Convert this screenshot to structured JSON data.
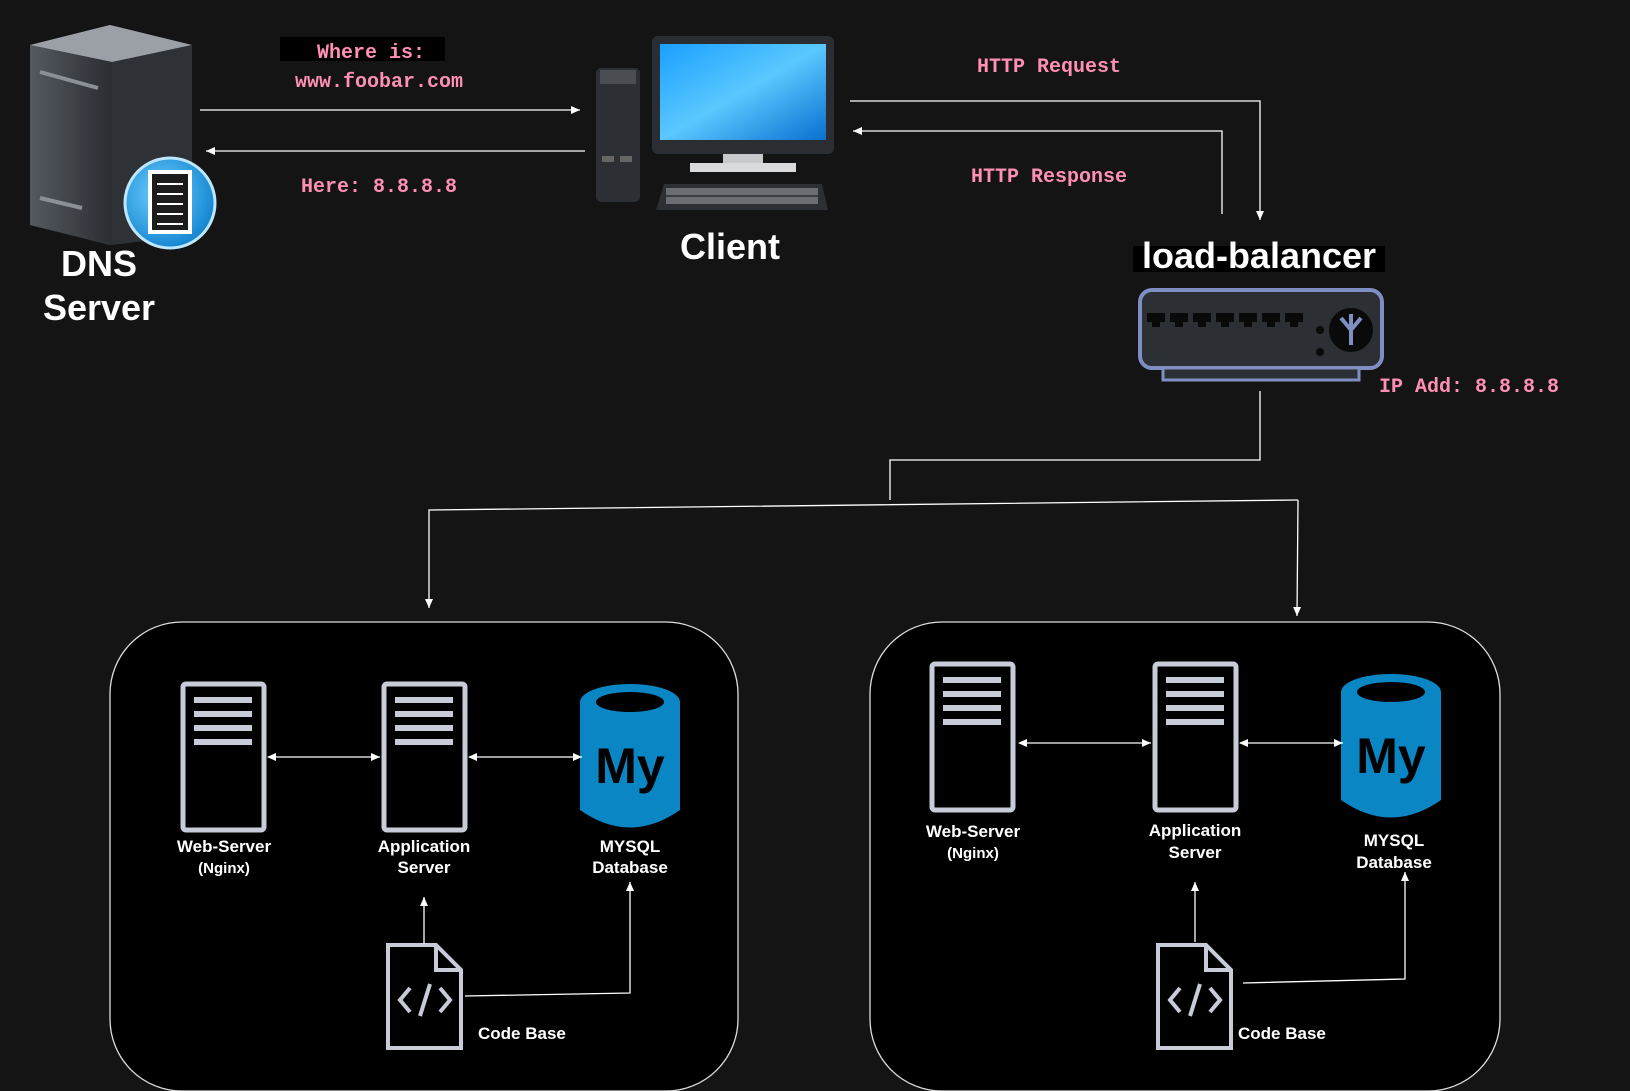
{
  "dns": {
    "title_line1": "DNS",
    "title_line2": "Server",
    "query_line1": "Where is:",
    "query_line2": "www.foobar.com",
    "answer": "Here: 8.8.8.8"
  },
  "client": {
    "title": "Client",
    "request": "HTTP Request",
    "response": "HTTP Response"
  },
  "load_balancer": {
    "title": "load-balancer",
    "ip": "IP Add: 8.8.8.8"
  },
  "servers": [
    {
      "web_label": "Web-Server",
      "web_sub": "(Nginx)",
      "app_label_line1": "Application",
      "app_label_line2": "Server",
      "db_label_line1": "MYSQL",
      "db_label_line2": "Database",
      "code_label": "Code Base",
      "db_logo": "My"
    },
    {
      "web_label": "Web-Server",
      "web_sub": "(Nginx)",
      "app_label_line1": "Application",
      "app_label_line2": "Server",
      "db_label_line1": "MYSQL",
      "db_label_line2": "Database",
      "code_label": "Code Base",
      "db_logo": "My"
    }
  ],
  "colors": {
    "background": "#141414",
    "annotation": "#ff8fb3",
    "mysql": "#0b86c4",
    "device": "#c8ccd8"
  }
}
